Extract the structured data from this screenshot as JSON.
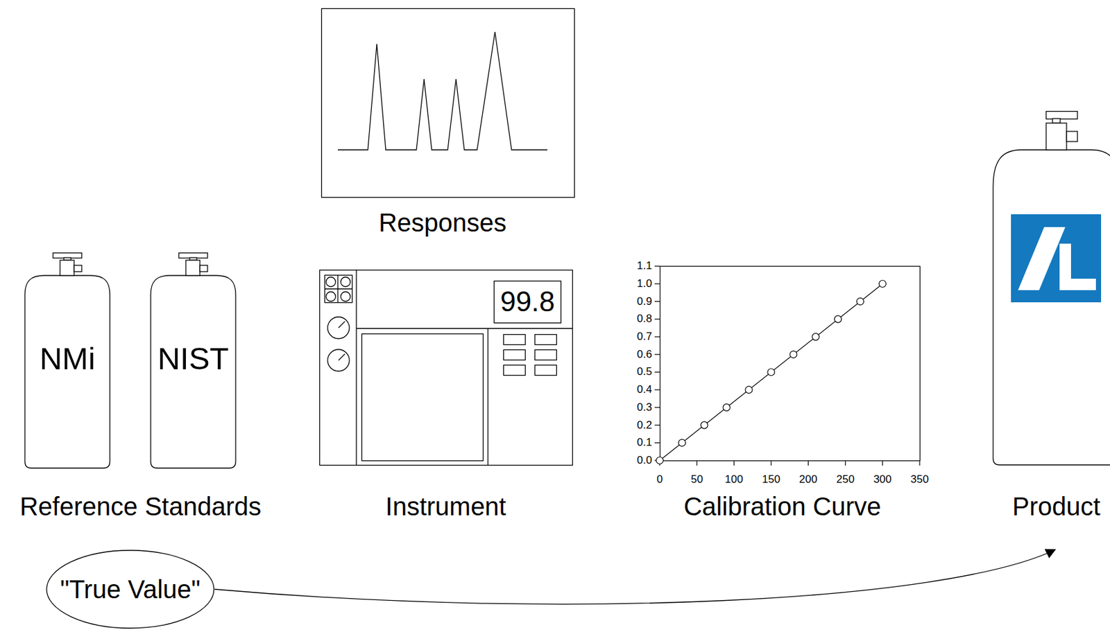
{
  "diagram": {
    "nodes": [
      {
        "text": [
          "NMi"
        ]
      },
      {
        "text": [
          "NIST"
        ]
      },
      {
        "text": [
          "99.8"
        ]
      },
      {
        "text": [
          "Product"
        ]
      },
      {
        "text": [
          "\"True Value\""
        ]
      }
    ],
    "edges": [
      {
        "from": 4,
        "to": 3,
        "arrow": "to"
      }
    ],
    "labels": [
      "Responses",
      "Reference Standards",
      "Instrument",
      "Calibration Curve",
      "1.1",
      "1.0",
      "0.9",
      "0.8",
      "0.7",
      "0.6",
      "0.5",
      "0.4",
      "0.3",
      "0.2",
      "0.1",
      "0.0",
      "0",
      "50",
      "100",
      "150",
      "200",
      "250",
      "300",
      "350"
    ]
  }
}
